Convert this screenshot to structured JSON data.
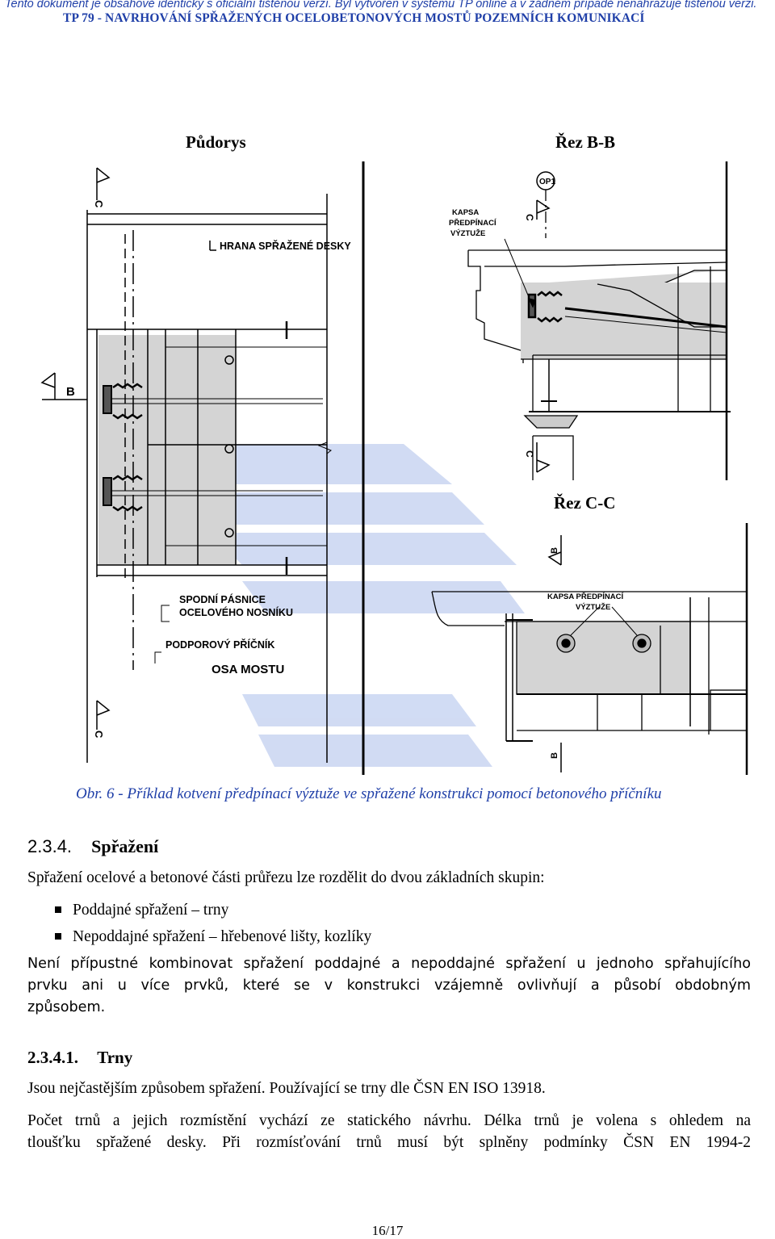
{
  "header": {
    "notice": "Tento dokument je obsahově identický s oficiální tištěnou verzí. Byl vytvořen v systému TP online a v žádném případě nenahrazuje tištěnou verzi.",
    "title": "TP 79 - NAVRHOVÁNÍ SPŘAŽENÝCH OCELOBETONOVÝCH MOSTŮ POZEMNÍCH KOMUNIKACÍ"
  },
  "figure": {
    "plan_title": "Půdorys",
    "section_bb_title": "Řez B-B",
    "section_cc_title": "Řez C-C",
    "label_edge": "HRANA SPŘAŽENÉ DESKY",
    "label_flange_1": "SPODNÍ PÁSNICE",
    "label_flange_2": "OCELOVÉHO NOSNÍKU",
    "label_crossbeam": "PODPOROVÝ PŘÍČNÍK",
    "label_axis": "OSA MOSTU",
    "label_pocket_1": "KAPSA",
    "label_pocket_2": "PŘEDPÍNACÍ",
    "label_pocket_3": "VÝZTUŽE",
    "label_cc_pocket_1": "KAPSA PŘEDPÍNACÍ",
    "label_cc_pocket_2": "VÝZTUŽE",
    "marker_op": "OP1",
    "marker_b": "B",
    "marker_c": "C",
    "caption": "Obr. 6 - Příklad kotvení předpínací výztuže ve spřažené konstrukci pomocí betonového příčníku"
  },
  "section": {
    "number": "2.3.4.",
    "title": "Spřažení",
    "intro": "Spřažení ocelové a betonové části průřezu lze rozdělit do dvou základních skupin:",
    "bullets": [
      "Poddajné spřažení – trny",
      "Nepoddajné spřažení – hřebenové lišty, kozlíky"
    ],
    "para_lines": [
      "Není přípustné kombinovat spřažení poddajné a nepoddajné spřažení u jednoho spřahujícího",
      "prvku ani u více prvků, které se v konstrukci vzájemně ovlivňují a působí obdobným",
      "způsobem."
    ]
  },
  "subsection": {
    "number": "2.3.4.1.",
    "title": "Trny",
    "line1": "Jsou nejčastějším způsobem spřažení. Používající se trny dle ČSN EN ISO 13918.",
    "para2_lines": [
      "Počet trnů a jejich rozmístění vychází ze statického návrhu. Délka trnů je volena s ohledem na",
      "tloušťku spřažené desky. Při rozmísťování trnů musí být splněny podmínky ČSN EN 1994-2"
    ]
  },
  "page_number": "16/17",
  "colors": {
    "header_blue": "#1f3fa8",
    "watermark": "#9fb4e6",
    "fill_gray": "#d9d9d9"
  }
}
